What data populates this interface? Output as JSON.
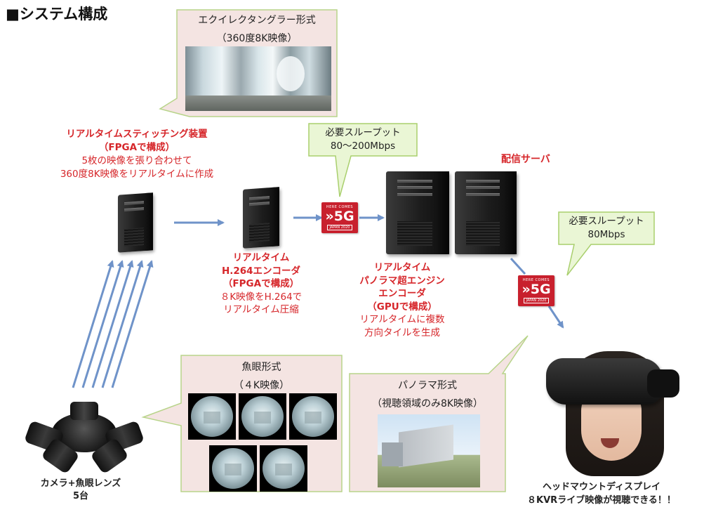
{
  "header": {
    "title": "■システム構成"
  },
  "bubbles": {
    "equirect": {
      "title": "エクイレクタングラー形式",
      "subtitle": "（360度8K映像）"
    },
    "throughput_top": {
      "line1": "必要スループット",
      "line2": "80〜200Mbps"
    },
    "throughput_right": {
      "line1": "必要スループット",
      "line2": "80Mbps"
    },
    "fisheye": {
      "title": "魚眼形式",
      "subtitle": "（４K映像）"
    },
    "panorama": {
      "title": "パノラマ形式",
      "subtitle": "（視聴領域のみ8K映像）"
    }
  },
  "stitching": {
    "title1": "リアルタイムスティッチング装置",
    "title2": "（FPGAで構成）",
    "desc1": "5枚の映像を張り合わせて",
    "desc2": "360度8K映像をリアルタイムに作成"
  },
  "h264": {
    "title1": "リアルタイム",
    "title2": "H.264エンコーダ",
    "title3": "（FPGAで構成）",
    "desc1": "８K映像をH.264で",
    "desc2": "リアルタイム圧縮"
  },
  "panorama_engine": {
    "title1": "リアルタイム",
    "title2": "パノラマ超エンジン",
    "title3": "エンコーダ",
    "title4": "（GPUで構成）",
    "desc1": "リアルタイムに複数",
    "desc2": "方向タイルを生成"
  },
  "distribution": {
    "label": "配信サーバ"
  },
  "badge": {
    "top": "HERE COMES",
    "main": "»5G",
    "bottom": "JAPAN 2020"
  },
  "camera": {
    "line1": "カメラ+魚眼レンズ",
    "line2": "5台"
  },
  "hmd": {
    "line1": "ヘッドマウントディスプレイ",
    "line2": "８KVRライブ映像が視聴できる！！"
  },
  "colors": {
    "accent_red": "#d6262a",
    "bubble_fill": "#f4e4e2",
    "bubble_green": "#eaf6d5",
    "arrow_blue": "#6f93c9",
    "badge_red": "#c8202d"
  }
}
